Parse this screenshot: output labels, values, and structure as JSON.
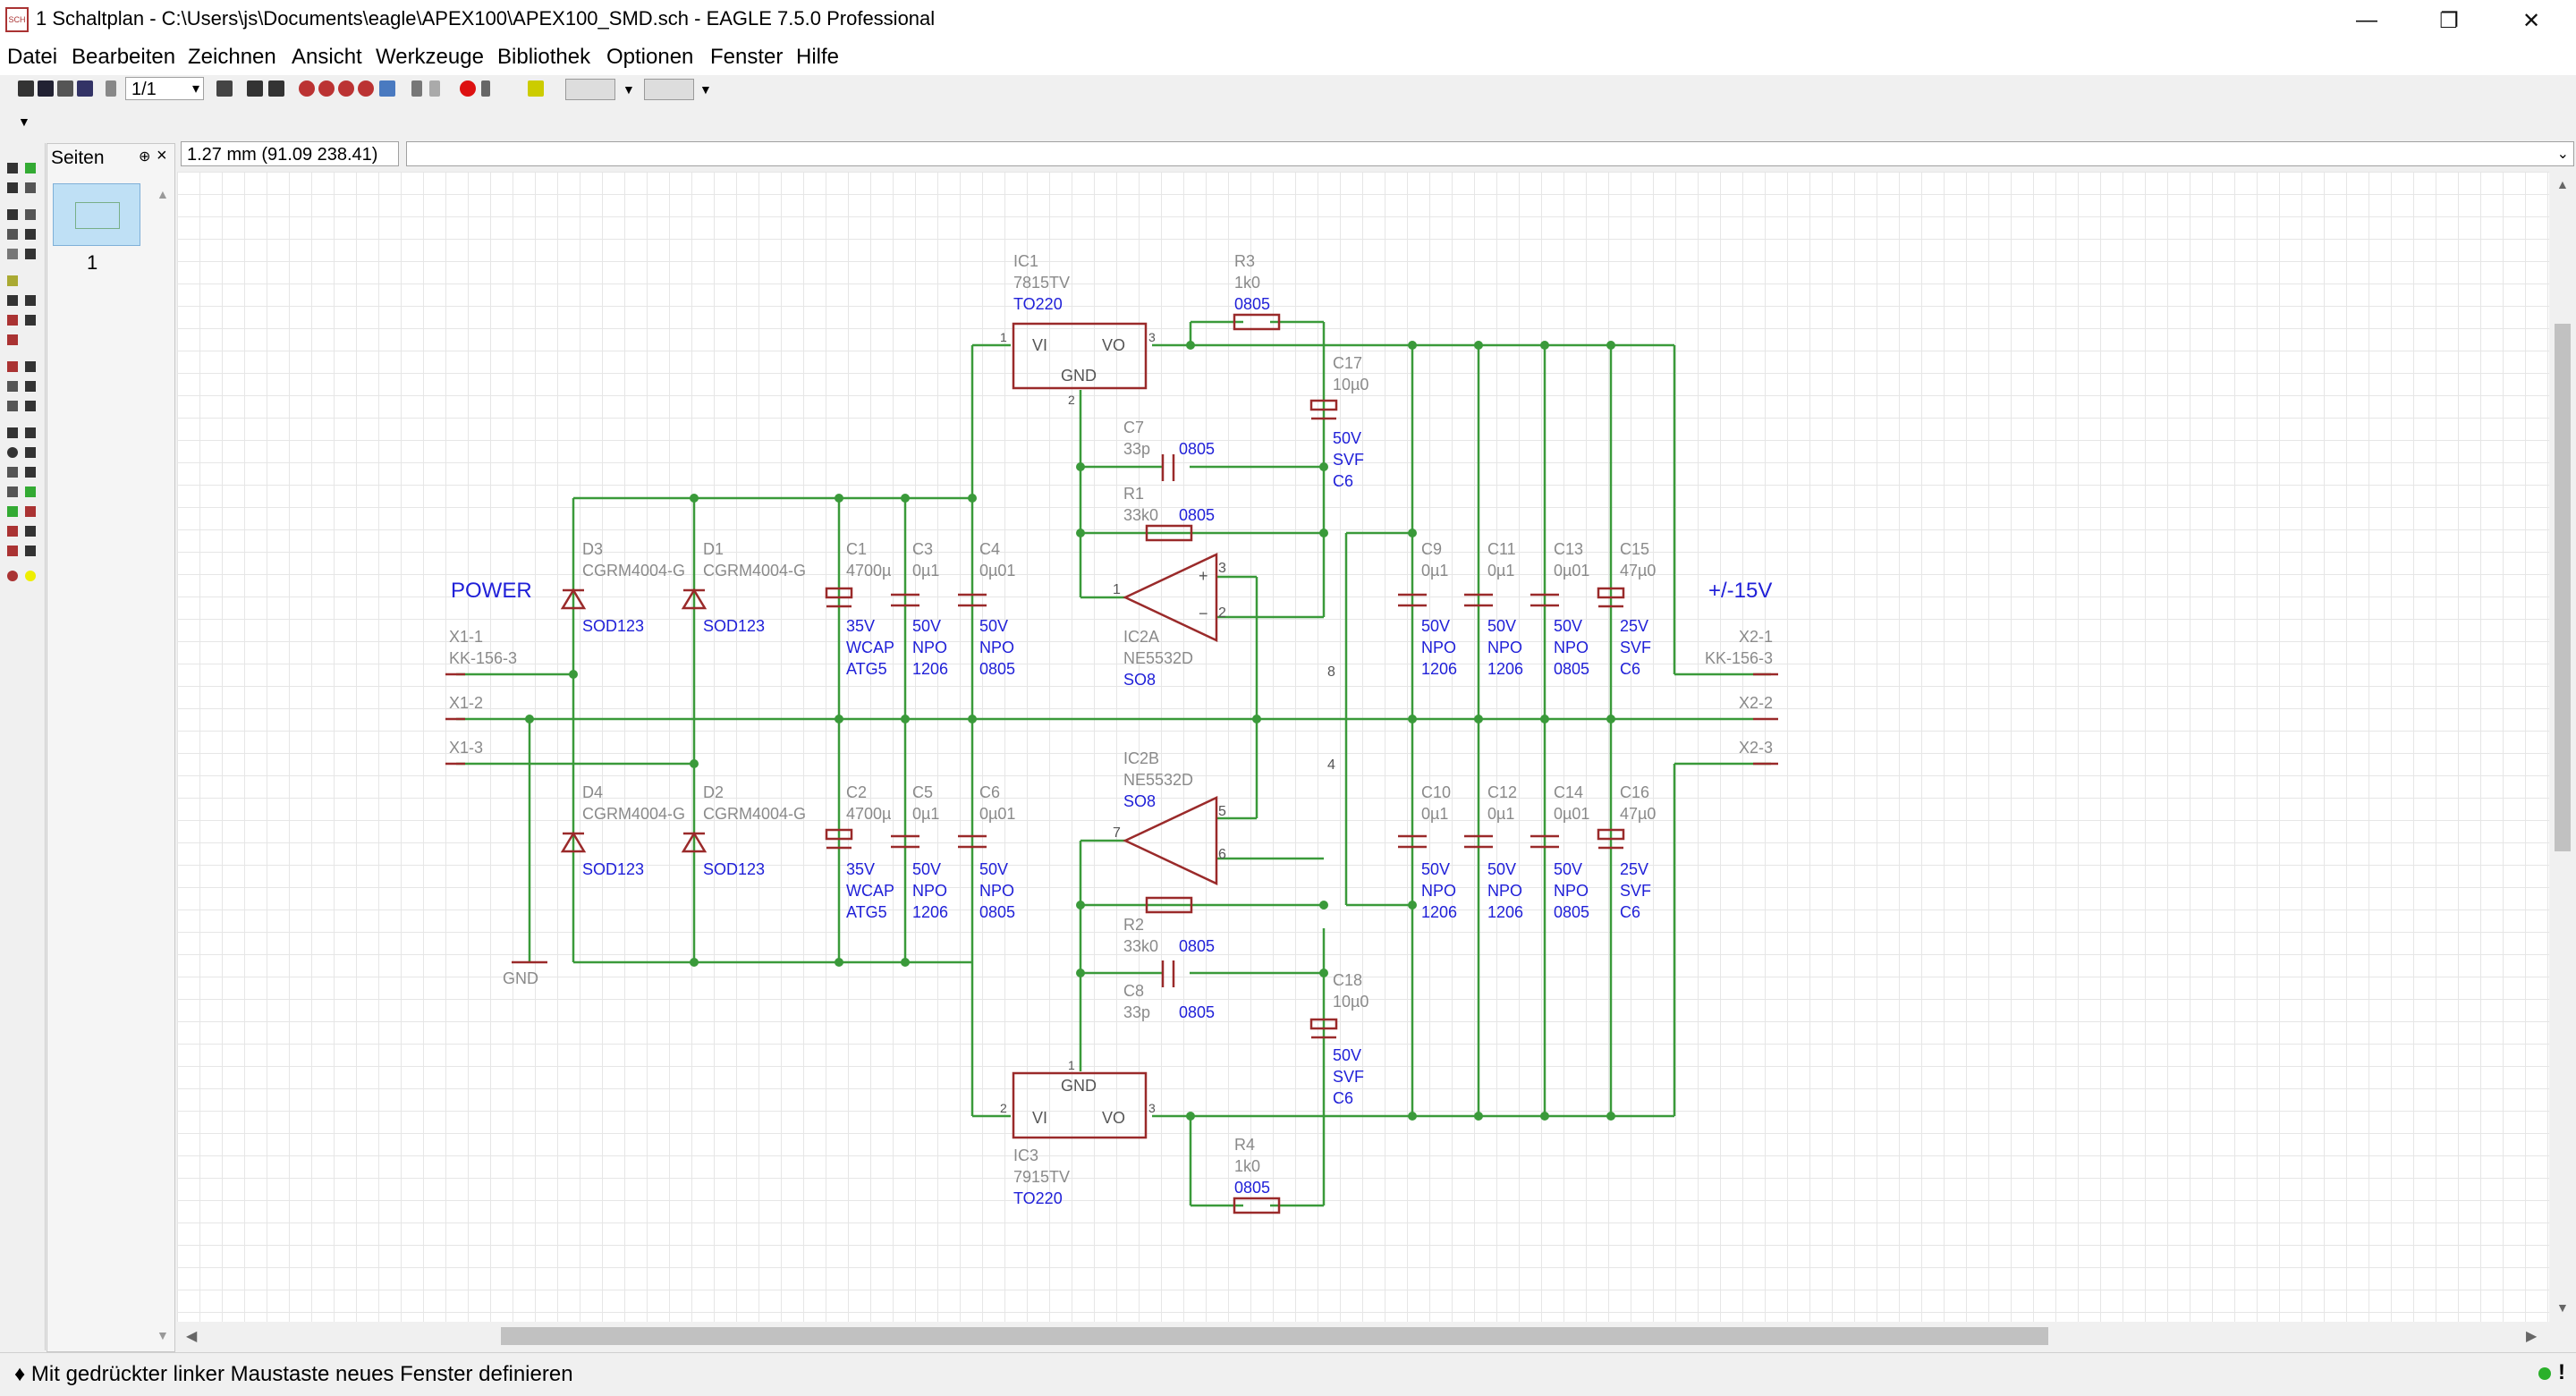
{
  "window": {
    "title": "1 Schaltplan - C:\\Users\\js\\Documents\\eagle\\APEX100\\APEX100_SMD.sch - EAGLE 7.5.0 Professional",
    "app_icon": "eagle-sch-icon",
    "minimize": "—",
    "restore": "❐",
    "close": "✕"
  },
  "menu": [
    "Datei",
    "Bearbeiten",
    "Zeichnen",
    "Ansicht",
    "Werkzeuge",
    "Bibliothek",
    "Optionen",
    "Fenster",
    "Hilfe"
  ],
  "toolbar": {
    "zoom_value": "1/1",
    "dropdown_arrow": "▾"
  },
  "pages_panel": {
    "title": "Seiten",
    "pin": "⊕",
    "close": "×",
    "page_number": "1"
  },
  "coordinates": "1.27 mm (91.09 238.41)",
  "status": "♦ Mit gedrückter linker Maustaste neues Fenster definieren",
  "schematic": {
    "net_labels": {
      "power": "POWER",
      "out": "+/-15V",
      "gnd": "GND"
    },
    "connectors": {
      "x1_1": "X1-1",
      "x1_type": "KK-156-3",
      "x1_2": "X1-2",
      "x1_3": "X1-3",
      "x2_1": "X2-1",
      "x2_type": "KK-156-3",
      "x2_2": "X2-2",
      "x2_3": "X2-3"
    },
    "ic1": {
      "name": "IC1",
      "value": "7815TV",
      "package": "TO220",
      "vi": "VI",
      "vo": "VO",
      "gnd": "GND",
      "p1": "1",
      "p2": "2",
      "p3": "3"
    },
    "ic3": {
      "name": "IC3",
      "value": "7915TV",
      "package": "TO220",
      "vi": "VI",
      "vo": "VO",
      "gnd": "GND",
      "p1": "1",
      "p2": "2",
      "p3": "3"
    },
    "ic2a": {
      "name": "IC2A",
      "value": "NE5532D",
      "package": "SO8",
      "p1": "1",
      "p2": "2",
      "p3": "3",
      "p8": "8",
      "plus": "+",
      "minus": "−"
    },
    "ic2b": {
      "name": "IC2B",
      "value": "NE5532D",
      "package": "SO8",
      "p5": "5",
      "p6": "6",
      "p7": "7",
      "p4": "4"
    },
    "resistors": [
      {
        "name": "R3",
        "value": "1k0",
        "package": "0805"
      },
      {
        "name": "R1",
        "value": "33k0",
        "package": "0805"
      },
      {
        "name": "R2",
        "value": "33k0",
        "package": "0805"
      },
      {
        "name": "R4",
        "value": "1k0",
        "package": "0805"
      }
    ],
    "caps_feedback": [
      {
        "name": "C7",
        "value": "33p",
        "package": "0805"
      },
      {
        "name": "C8",
        "value": "33p",
        "package": "0805"
      }
    ],
    "c17": {
      "name": "C17",
      "value": "10µ0",
      "v": "50V",
      "t": "SVF",
      "p": "C6"
    },
    "c18": {
      "name": "C18",
      "value": "10µ0",
      "v": "50V",
      "t": "SVF",
      "p": "C6"
    },
    "diodes": [
      {
        "name": "D3",
        "value": "CGRM4004-G",
        "package": "SOD123"
      },
      {
        "name": "D1",
        "value": "CGRM4004-G",
        "package": "SOD123"
      },
      {
        "name": "D4",
        "value": "CGRM4004-G",
        "package": "SOD123"
      },
      {
        "name": "D2",
        "value": "CGRM4004-G",
        "package": "SOD123"
      }
    ],
    "caps_top_left": [
      {
        "name": "C1",
        "value": "4700µ",
        "v": "35V",
        "t": "WCAP",
        "p": "ATG5"
      },
      {
        "name": "C3",
        "value": "0µ1",
        "v": "50V",
        "t": "NPO",
        "p": "1206"
      },
      {
        "name": "C4",
        "value": "0µ01",
        "v": "50V",
        "t": "NPO",
        "p": "0805"
      }
    ],
    "caps_bottom_left": [
      {
        "name": "C2",
        "value": "4700µ",
        "v": "35V",
        "t": "WCAP",
        "p": "ATG5"
      },
      {
        "name": "C5",
        "value": "0µ1",
        "v": "50V",
        "t": "NPO",
        "p": "1206"
      },
      {
        "name": "C6",
        "value": "0µ01",
        "v": "50V",
        "t": "NPO",
        "p": "0805"
      }
    ],
    "caps_top_right": [
      {
        "name": "C9",
        "value": "0µ1",
        "v": "50V",
        "t": "NPO",
        "p": "1206"
      },
      {
        "name": "C11",
        "value": "0µ1",
        "v": "50V",
        "t": "NPO",
        "p": "1206"
      },
      {
        "name": "C13",
        "value": "0µ01",
        "v": "50V",
        "t": "NPO",
        "p": "0805"
      },
      {
        "name": "C15",
        "value": "47µ0",
        "v": "25V",
        "t": "SVF",
        "p": "C6"
      }
    ],
    "caps_bottom_right": [
      {
        "name": "C10",
        "value": "0µ1",
        "v": "50V",
        "t": "NPO",
        "p": "1206"
      },
      {
        "name": "C12",
        "value": "0µ1",
        "v": "50V",
        "t": "NPO",
        "p": "1206"
      },
      {
        "name": "C14",
        "value": "0µ01",
        "v": "50V",
        "t": "NPO",
        "p": "0805"
      },
      {
        "name": "C16",
        "value": "47µ0",
        "v": "25V",
        "t": "SVF",
        "p": "C6"
      }
    ]
  },
  "colors": {
    "wire": "#3a9a3a",
    "symbol": "#9a2a2a",
    "name_text": "#8a8a8a",
    "value_text": "#2020d8"
  }
}
